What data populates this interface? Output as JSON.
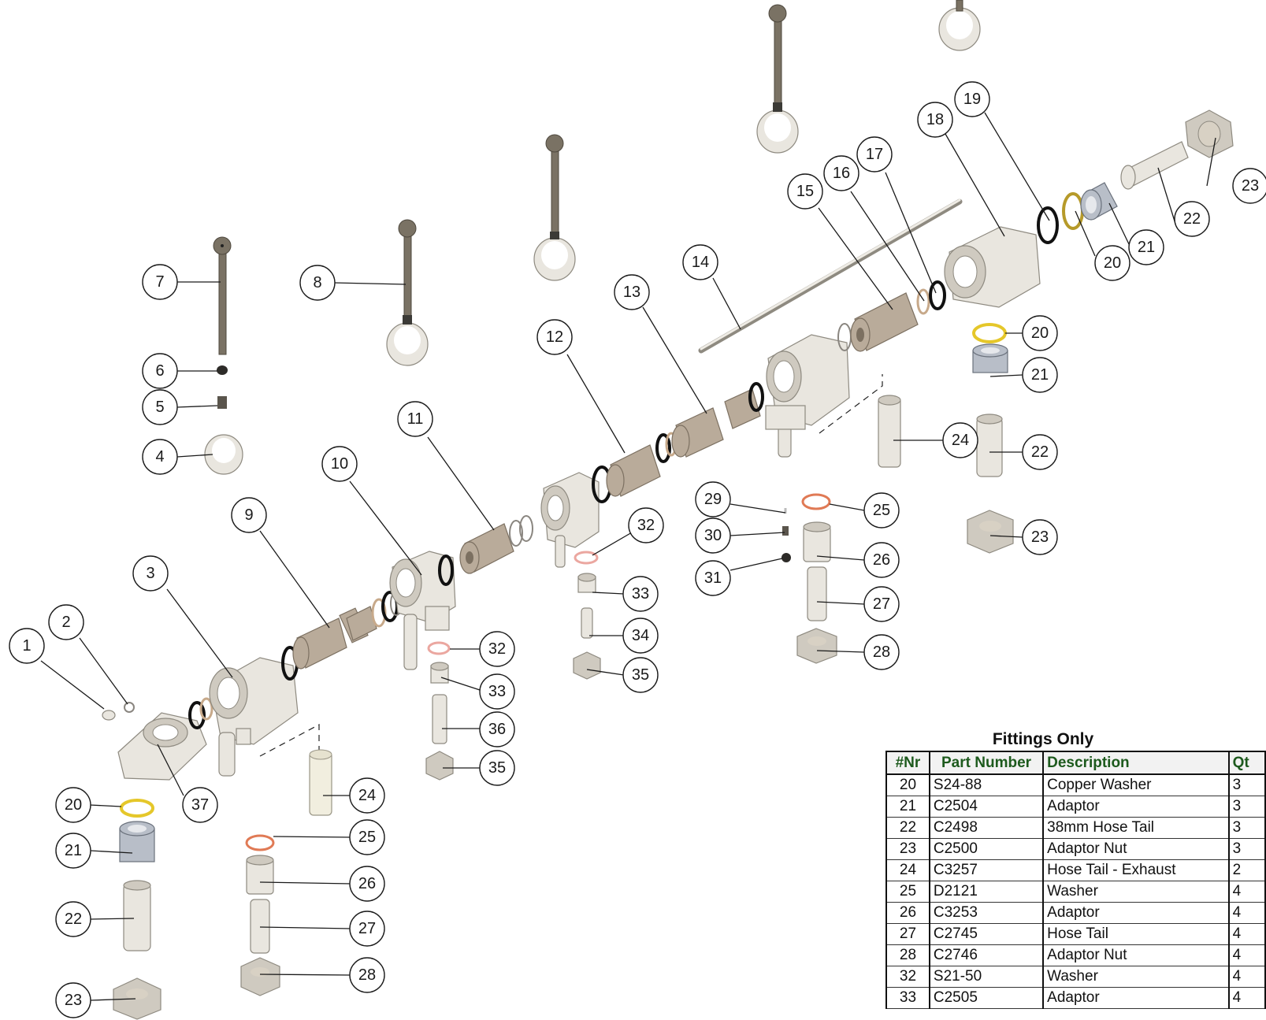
{
  "callouts": [
    "1",
    "2",
    "3",
    "4",
    "5",
    "6",
    "7",
    "8",
    "9",
    "10",
    "11",
    "12",
    "13",
    "14",
    "15",
    "16",
    "17",
    "18",
    "19",
    "20",
    "21",
    "22",
    "23",
    "24",
    "25",
    "26",
    "27",
    "28",
    "29",
    "30",
    "31",
    "32",
    "33",
    "34",
    "35",
    "36",
    "37"
  ],
  "table": {
    "title": "Fittings Only",
    "headers": [
      "#Nr",
      "Part Number",
      "Description",
      "Qt"
    ],
    "rows": [
      [
        "20",
        "S24-88",
        "Copper Washer",
        "3"
      ],
      [
        "21",
        "C2504",
        "Adaptor",
        "3"
      ],
      [
        "22",
        "C2498",
        "38mm Hose Tail",
        "3"
      ],
      [
        "23",
        "C2500",
        "Adaptor Nut",
        "3"
      ],
      [
        "24",
        "C3257",
        "Hose Tail - Exhaust",
        "2"
      ],
      [
        "25",
        "D2121",
        "Washer",
        "4"
      ],
      [
        "26",
        "C3253",
        "Adaptor",
        "4"
      ],
      [
        "27",
        "C2745",
        "Hose Tail",
        "4"
      ],
      [
        "28",
        "C2746",
        "Adaptor Nut",
        "4"
      ],
      [
        "32",
        "S21-50",
        "Washer",
        "4"
      ],
      [
        "33",
        "C2505",
        "Adaptor",
        "4"
      ]
    ]
  },
  "colors": {
    "header_text": "#1d5a1d",
    "callout_stroke": "#1a1a1a",
    "washer_copper": "#e5c72a",
    "washer_orange": "#e07a55",
    "part_silver": "#e9e6df",
    "part_bronze": "#b9ab9a"
  }
}
